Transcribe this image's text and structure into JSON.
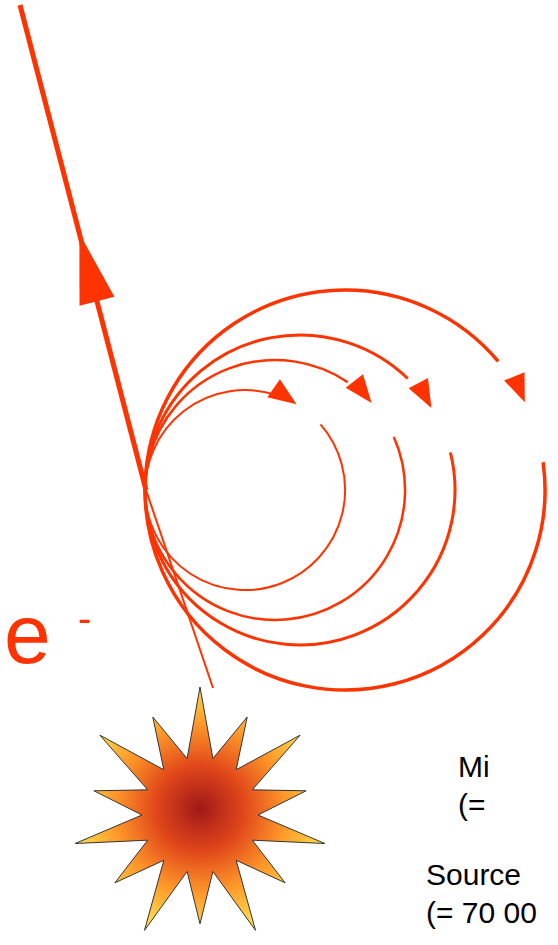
{
  "diagram": {
    "labels": [
      "e",
      "-",
      "Mi",
      "(=",
      "Source",
      "(= 70 00"
    ]
  }
}
